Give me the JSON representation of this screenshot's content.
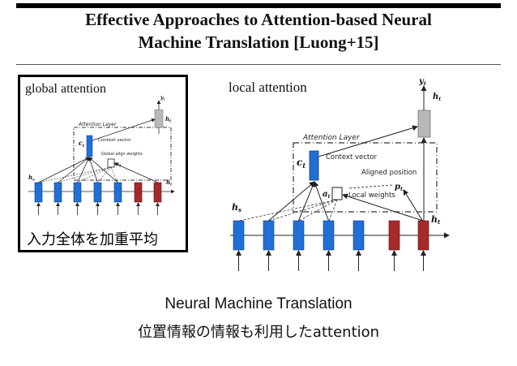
{
  "title": {
    "line1": "Effective Approaches to Attention-based Neural",
    "line2": "Machine Translation [Luong+15]"
  },
  "global_panel": {
    "label": "global attention",
    "caption": "入力全体を加重平均",
    "diagram": {
      "attention_layer": "Attention Layer",
      "context_vector": "Context vector",
      "align_weights": "Global align weights",
      "c_t": "c",
      "c_t_sub": "t",
      "a_t": "a",
      "a_t_sub": "t",
      "h_s": "h",
      "h_s_sub": "s",
      "h_t": "h",
      "h_t_sub": "t",
      "h_t_top": "h",
      "h_t_top_sub": "t",
      "y_t": "y",
      "y_t_sub": "t"
    }
  },
  "local_panel": {
    "label": "local attention",
    "diagram": {
      "attention_layer": "Attention Layer",
      "context_vector": "Context vector",
      "aligned_position": "Aligned position",
      "local_weights": "Local weights",
      "c_t": "c",
      "c_t_sub": "t",
      "a_t": "a",
      "a_t_sub": "t",
      "p_t": "p",
      "p_t_sub": "t",
      "h_s": "h",
      "h_s_sub": "s",
      "h_t": "h",
      "h_t_sub": "t",
      "h_t_top": "h",
      "h_t_top_sub": "t",
      "y_t": "y",
      "y_t_sub": "t"
    }
  },
  "caption": {
    "line1": "Neural Machine Translation",
    "line2": "位置情報の情報も利用したattention"
  },
  "colors": {
    "encoder_blue": "#1f6fd6",
    "decoder_red": "#a52a2a",
    "output_gray": "#b8b8b8"
  }
}
